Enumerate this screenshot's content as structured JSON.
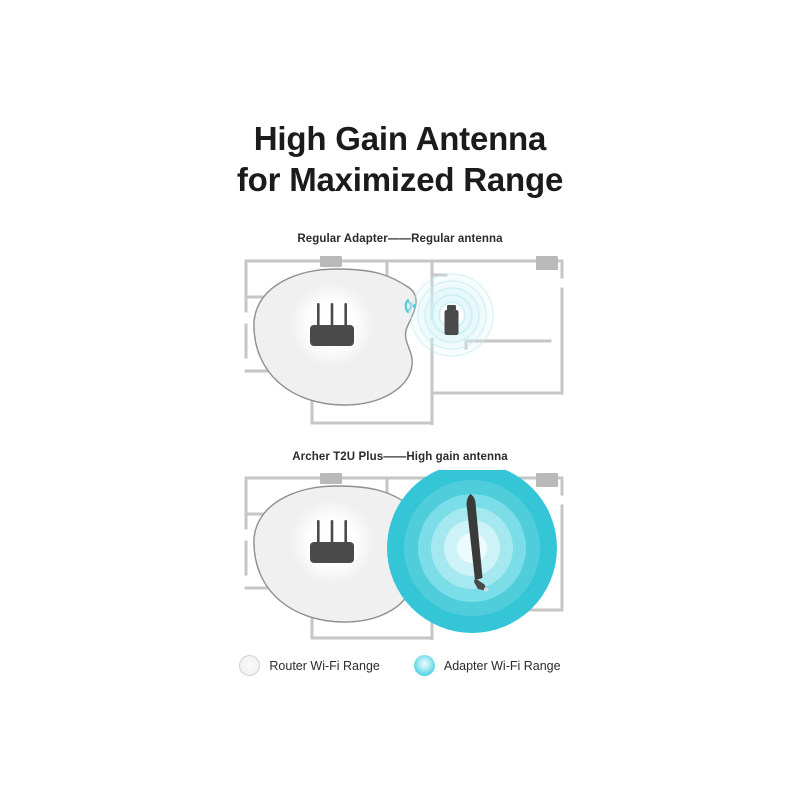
{
  "page": {
    "background_color": "#ffffff",
    "title": {
      "line1": "High Gain Antenna",
      "line2": "for Maximized Range"
    }
  },
  "sections": [
    {
      "id": "regular",
      "label": "Regular Adapter——Regular antenna",
      "device_icon": "usb-adapter-icon",
      "router_icon": "router-icon",
      "signal_icon": "wifi-signal-icon",
      "adapter_range_radius_px": 44,
      "adapter_range_strength": "weak"
    },
    {
      "id": "archer",
      "label": "Archer T2U Plus——High gain antenna",
      "device_icon": "high-gain-antenna-icon",
      "router_icon": "router-icon",
      "signal_icon": "wifi-signal-icon",
      "adapter_range_radius_px": 85,
      "adapter_range_strength": "strong"
    }
  ],
  "legend": {
    "items": [
      {
        "label": "Router Wi-Fi Range",
        "swatch": "router-range-swatch",
        "color": "#ececec"
      },
      {
        "label": "Adapter Wi-Fi Range",
        "swatch": "adapter-range-swatch",
        "color": "#34c6d7"
      }
    ]
  },
  "colors": {
    "wall_stroke": "#c6c6c6",
    "wall_block": "#b9b9b9",
    "router_blob_fill": "#f0f0f0",
    "router_blob_stroke": "#8f8f8f",
    "device_body": "#4a4a4a",
    "cyan_strong": "#34c6d7",
    "cyan_mid": "#63d4e0",
    "cyan_light": "#a9e6ee",
    "cyan_pale": "#d7f3f7",
    "title_color": "#1b1b1b",
    "label_color": "#2b2b2b"
  }
}
